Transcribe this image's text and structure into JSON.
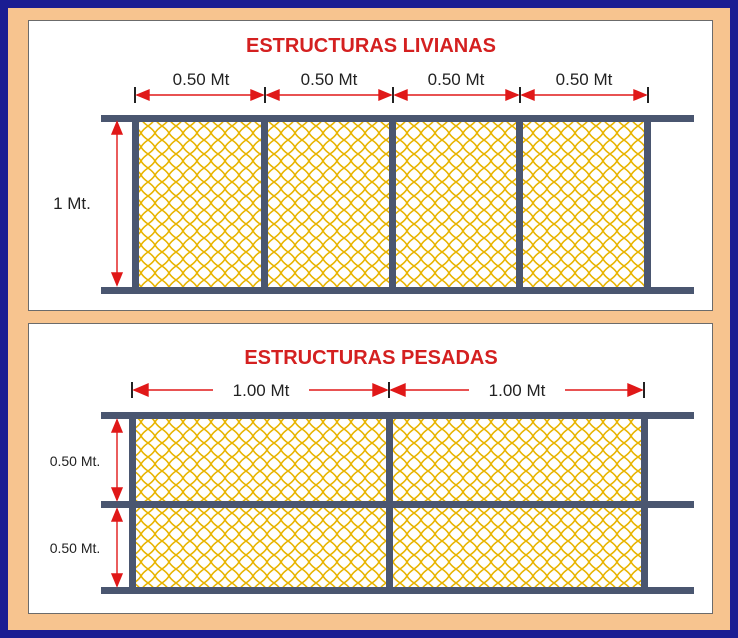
{
  "colors": {
    "frame": "#1b1d92",
    "background": "#f7c48f",
    "panel": "#ffffff",
    "title": "#d42020",
    "dimension": "#e01818",
    "beam": "#4a5670",
    "mesh": "#e8b400"
  },
  "light": {
    "title": "ESTRUCTURAS LIVIANAS",
    "spans": [
      "0.50 Mt",
      "0.50 Mt",
      "0.50 Mt",
      "0.50 Mt"
    ],
    "height": "1 Mt."
  },
  "heavy": {
    "title": "ESTRUCTURAS PESADAS",
    "spans": [
      "1.00 Mt",
      "1.00 Mt"
    ],
    "heights": [
      "0.50 Mt.",
      "0.50 Mt."
    ]
  }
}
